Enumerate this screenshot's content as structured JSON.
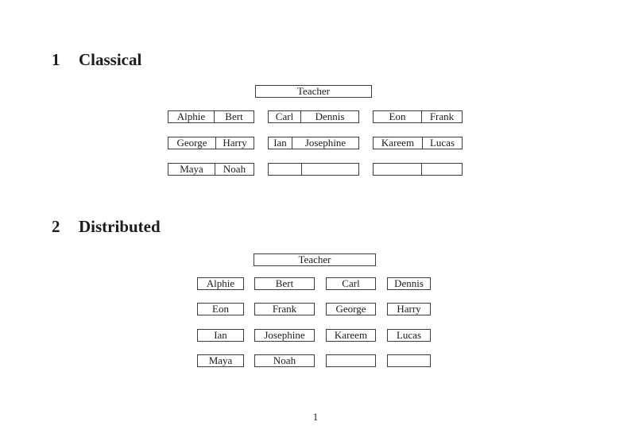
{
  "page": {
    "number": "1"
  },
  "colors": {
    "ink": "#1c1c1c",
    "line": "#3c3c3c",
    "paper": "#ffffff"
  },
  "sections": [
    {
      "number": "1",
      "title": "Classical",
      "teacher_label": "Teacher",
      "seating": {
        "type": "pairs",
        "rows": [
          [
            [
              "Alphie",
              "Bert"
            ],
            [
              "Carl",
              "Dennis"
            ],
            [
              "Eon",
              "Frank"
            ]
          ],
          [
            [
              "George",
              "Harry"
            ],
            [
              "Ian",
              "Josephine"
            ],
            [
              "Kareem",
              "Lucas"
            ]
          ],
          [
            [
              "Maya",
              "Noah"
            ],
            [
              "",
              ""
            ],
            [
              "",
              ""
            ]
          ]
        ]
      }
    },
    {
      "number": "2",
      "title": "Distributed",
      "teacher_label": "Teacher",
      "seating": {
        "type": "singles",
        "rows": [
          [
            "Alphie",
            "Bert",
            "Carl",
            "Dennis"
          ],
          [
            "Eon",
            "Frank",
            "George",
            "Harry"
          ],
          [
            "Ian",
            "Josephine",
            "Kareem",
            "Lucas"
          ],
          [
            "Maya",
            "Noah",
            "",
            ""
          ]
        ]
      }
    }
  ]
}
